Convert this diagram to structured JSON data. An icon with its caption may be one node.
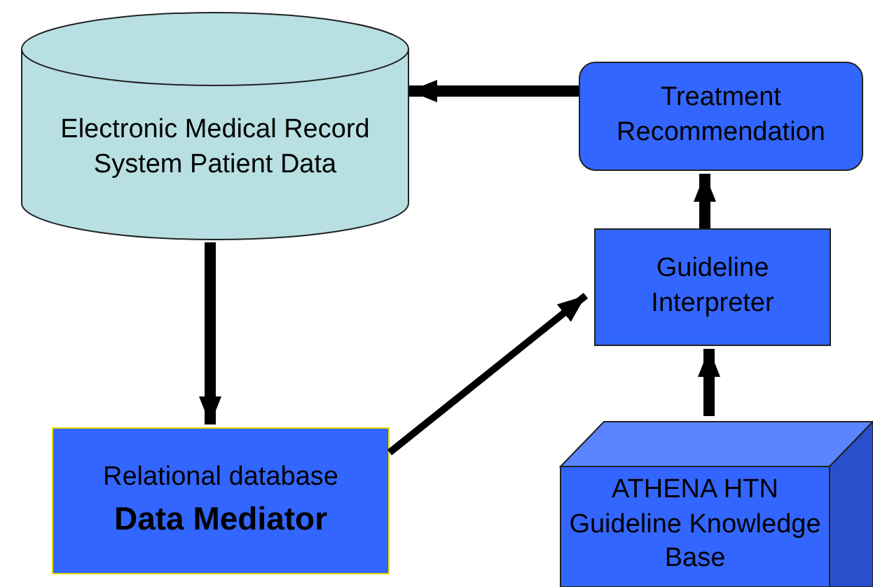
{
  "diagram": {
    "nodes": [
      {
        "text": [
          "Electronic Medical Record System Patient Data"
        ]
      },
      {
        "text": [
          "Relational database",
          "Data Mediator"
        ]
      },
      {
        "text": [
          "Guideline Interpreter"
        ]
      },
      {
        "text": [
          "Treatment Recommendation"
        ]
      },
      {
        "text": [
          "ATHENA HTN Guideline Knowledge Base"
        ]
      }
    ],
    "edges": [
      {
        "from": 3,
        "to": 0,
        "arrow": "to"
      },
      {
        "from": 0,
        "to": 1,
        "arrow": "to"
      },
      {
        "from": 1,
        "to": 2,
        "arrow": "to"
      },
      {
        "from": 4,
        "to": 2,
        "arrow": "to"
      },
      {
        "from": 2,
        "to": 3,
        "arrow": "to"
      }
    ]
  }
}
